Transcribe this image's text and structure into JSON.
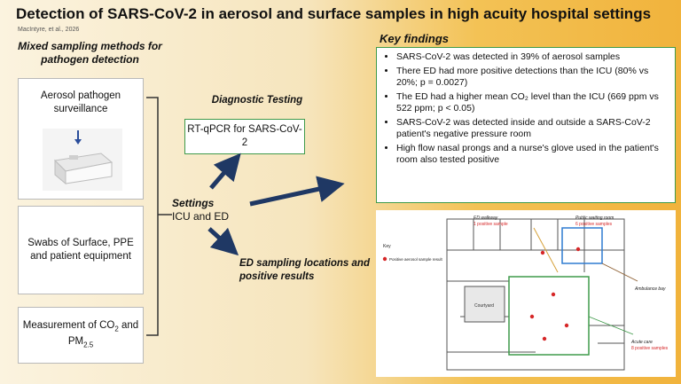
{
  "title": "Detection of SARS-CoV-2 in aerosol and surface samples in high acuity hospital settings",
  "author": "MacIntyre, et al., 2026",
  "left_heading": "Mixed sampling methods for pathogen detection",
  "methods": {
    "aerosol": "Aerosol pathogen surveillance",
    "swabs": "Swabs of Surface, PPE and patient equipment",
    "measurement_pre": "Measurement of CO",
    "measurement_sub1": "2",
    "measurement_mid": " and PM",
    "measurement_sub2": "2.5"
  },
  "diagnostic_heading": "Diagnostic Testing",
  "rtpcr": "RT-qPCR for SARS-CoV-2",
  "settings": {
    "label": "Settings",
    "value": "ICU and ED"
  },
  "ed_heading": "ED sampling locations and positive results",
  "key_findings": {
    "heading": "Key findings",
    "items": [
      "SARS-CoV-2 was detected in 39% of aerosol samples",
      "There ED had more positive detections than the ICU (80% vs 20%; p = 0.0027)",
      "The ED had a higher mean CO₂ level than the ICU (669 ppm vs 522 ppm; p < 0.05)",
      "SARS-CoV-2 was detected inside and outside a SARS-CoV-2 patient's negative pressure room",
      "High flow nasal prongs and a nurse's glove used in the patient's room also tested positive"
    ]
  },
  "map": {
    "ed_walkway": "ED walkway",
    "ed_walkway_count": "1 positive sample",
    "public_waiting": "Public waiting room",
    "public_waiting_count": "6 positive samples",
    "ambulance": "Ambulance bay",
    "acute_care": "Acute care",
    "acute_care_count": "8 positive samples",
    "courtyard": "Courtyard",
    "key_title": "Key",
    "key_item": "Positive aerosol sample result"
  },
  "colors": {
    "arrow": "#1f3864",
    "green_border": "#3f9a4a",
    "positive": "#d62728",
    "walkway": "#d6a13a",
    "waiting_room": "#2e7bd1"
  }
}
